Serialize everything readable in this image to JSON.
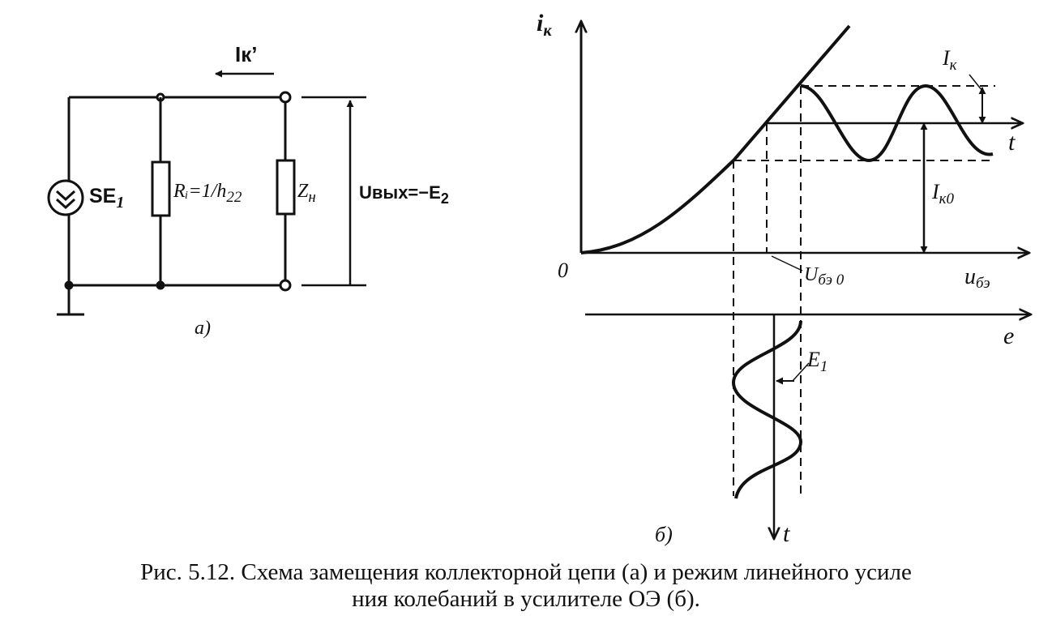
{
  "circuit": {
    "current_label": "Iк’",
    "source_label": "SE",
    "source_sub": "1",
    "resistor_label": "Rᵢ=1/h",
    "resistor_sub": "22",
    "load_label": "Z",
    "load_sub": "н",
    "output_label": "Uвых=−E",
    "output_sub": "2",
    "panel_label": "а)"
  },
  "plot": {
    "y_axis_label": "i",
    "y_axis_sub": "к",
    "origin_label": "0",
    "x_axis_label": "u",
    "x_axis_sub": "бэ",
    "bias_label": "U",
    "bias_sub": "бэ 0",
    "amplitude_label": "I",
    "amplitude_sub": "к",
    "dc_label": "I",
    "dc_sub": "к0",
    "time_right_label": "t",
    "time_bottom_label": "t",
    "input_axis_label": "e",
    "input_amp_label": "E",
    "input_amp_sub": "1",
    "panel_label": "б)"
  },
  "caption": {
    "line1": "Рис. 5.12. Схема замещения коллекторной цепи (а) и режим линейного усиле",
    "line2": "ния колебаний в усилителе ОЭ (б)."
  }
}
